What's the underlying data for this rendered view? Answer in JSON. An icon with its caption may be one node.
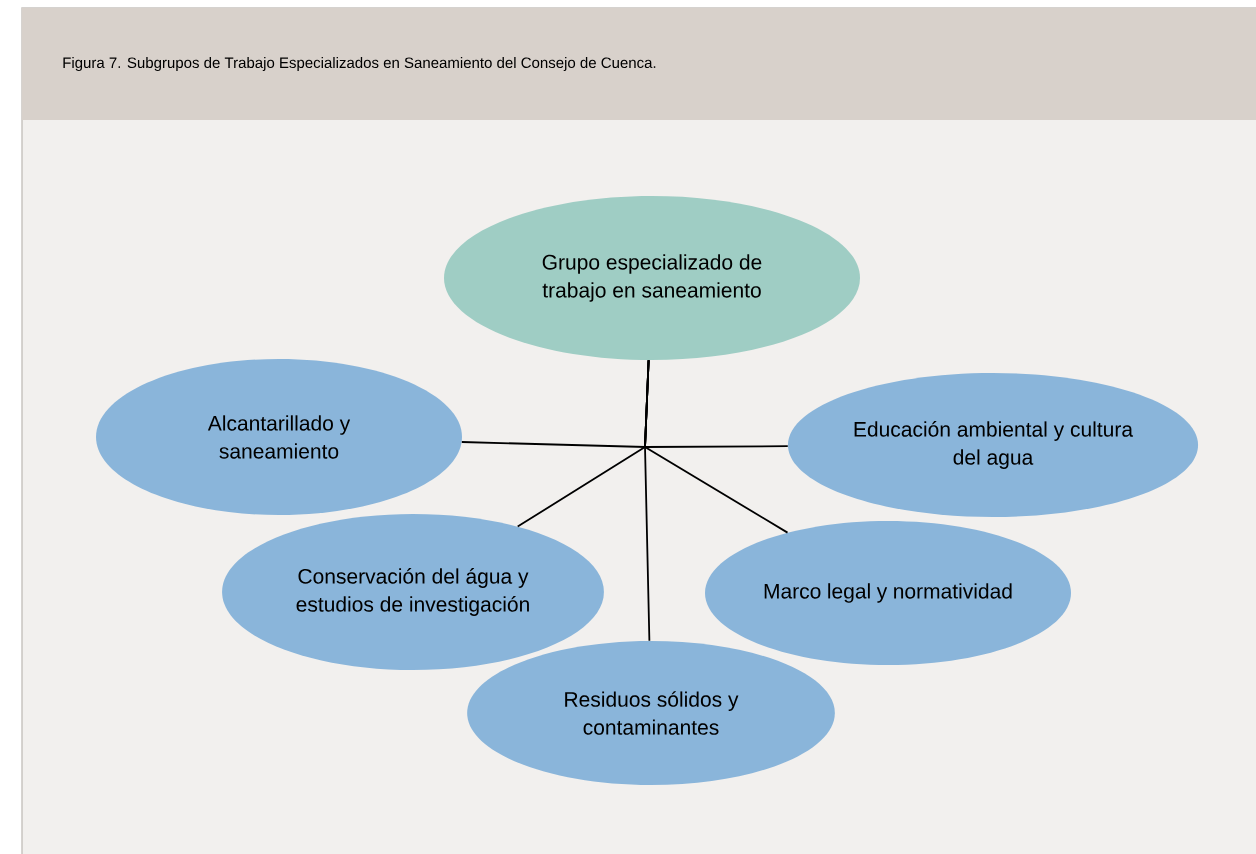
{
  "diagram": {
    "title": "Figura 7. Subgrupos de Trabajo Especializados en Saneamiento del Consejo de Cuenca.",
    "nodes": [
      {
        "text": [
          "Grupo especializado de trabajo en saneamiento"
        ]
      },
      {
        "text": [
          "Alcantarillado y saneamiento"
        ]
      },
      {
        "text": [
          "Educación ambiental y cultura del agua"
        ]
      },
      {
        "text": [
          "Conservación del água y estudios de investigación"
        ]
      },
      {
        "text": [
          "Marco legal y normatividad"
        ]
      },
      {
        "text": [
          "Residuos sólidos y contaminantes"
        ]
      }
    ],
    "edges": [
      {
        "from": 0,
        "to": 1,
        "arrow": "none"
      },
      {
        "from": 0,
        "to": 2,
        "arrow": "none"
      },
      {
        "from": 0,
        "to": 3,
        "arrow": "none"
      },
      {
        "from": 0,
        "to": 4,
        "arrow": "none"
      },
      {
        "from": 0,
        "to": 5,
        "arrow": "none"
      }
    ]
  }
}
